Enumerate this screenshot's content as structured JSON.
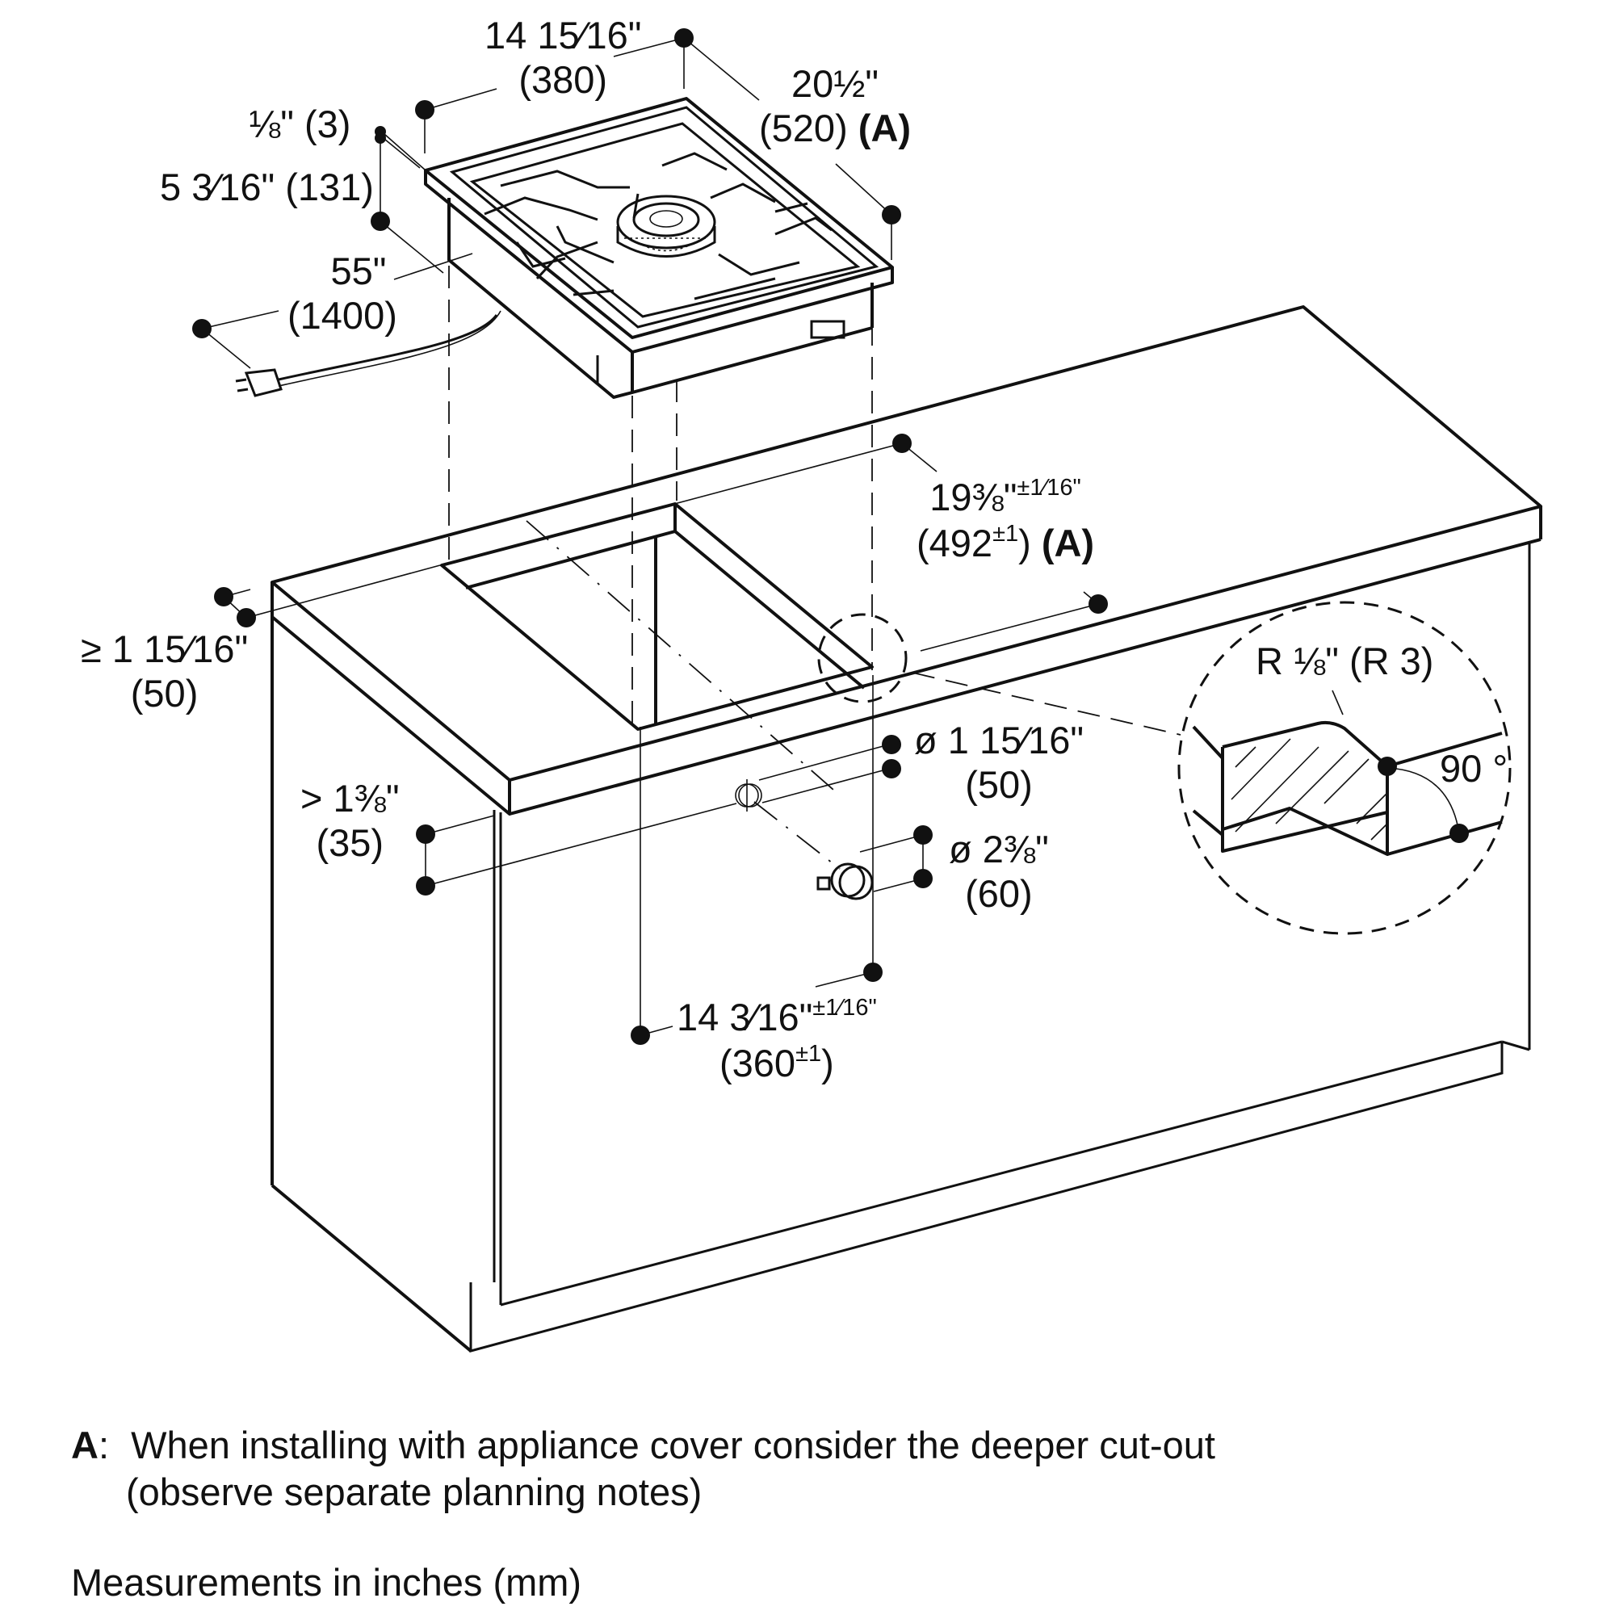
{
  "diagram": {
    "title": "Gas wok burner installation dimensions",
    "dimensions": {
      "width_top": {
        "imperial": "14 15⁄16\"",
        "metric": "(380)"
      },
      "depth_top": {
        "imperial": "20½\"",
        "metric": "(520)",
        "note_ref": "(A)"
      },
      "frame_thickness": {
        "imperial": "⅛\" (3)"
      },
      "height": {
        "imperial": "5 3⁄16\" (131)"
      },
      "cord_length": {
        "imperial": "55\"",
        "metric": "(1400)"
      },
      "cutout_depth": {
        "imperial": "19⅜\"",
        "tolerance": "±1⁄16\"",
        "metric": "(492",
        "metric_tolerance": "±1",
        "metric_close": ")",
        "note_ref": "(A)"
      },
      "front_edge_min": {
        "imperial": "≥ 1 15⁄16\"",
        "metric": "(50)"
      },
      "cabinet_offset": {
        "imperial": "> 1⅜\"",
        "metric": "(35)"
      },
      "hole_small": {
        "imperial": "ø 1 15⁄16\"",
        "metric": "(50)"
      },
      "hole_large": {
        "imperial": "ø 2⅜\"",
        "metric": "(60)"
      },
      "cutout_width": {
        "imperial": "14 3⁄16\"",
        "tolerance": "±1⁄16\"",
        "metric": "(360",
        "metric_tolerance": "±1",
        "metric_close": ")"
      }
    },
    "detail": {
      "radius": "R ⅛\" (R 3)",
      "angle": "90 °"
    }
  },
  "notes": {
    "a_label": "A",
    "a_colon": ":",
    "a_line1": "When installing with appliance cover consider the deeper cut-out",
    "a_line2": "(observe separate planning notes)",
    "units": "Measurements in inches (mm)"
  }
}
